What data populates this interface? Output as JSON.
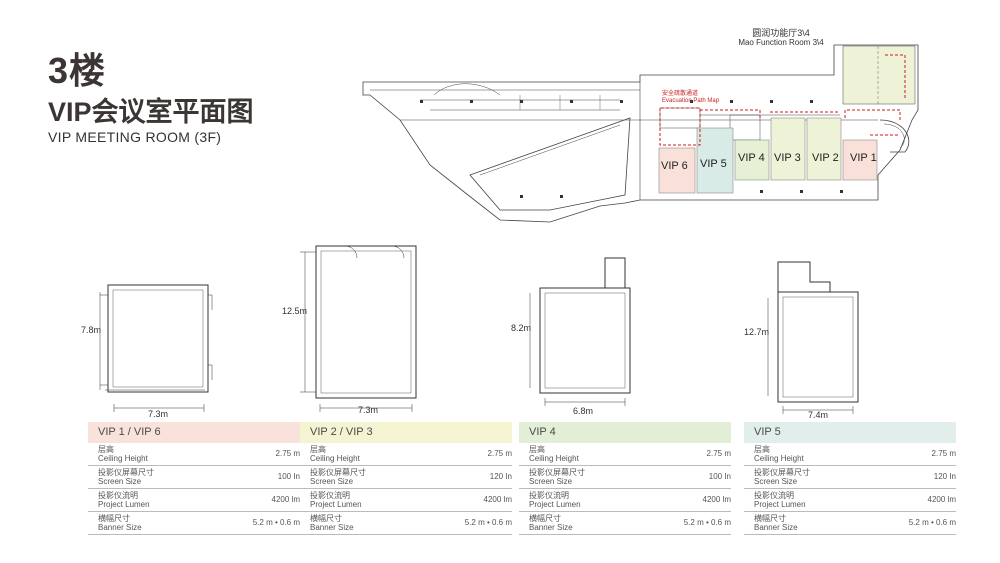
{
  "page": {
    "floor": "3楼",
    "title_cn": "VIP会议室平面图",
    "title_en": "VIP MEETING ROOM (3F)"
  },
  "floorplan": {
    "mao_cn": "圆润功能厅3\\4",
    "mao_en": "Mao Function Room 3\\4",
    "evac_cn": "安全疏散通道",
    "evac_en": "Evacuation Path Map",
    "rooms": [
      "VIP 6",
      "VIP 5",
      "VIP 4",
      "VIP 3",
      "VIP 2",
      "VIP 1"
    ],
    "room_colors": [
      "#f9e1da",
      "#d8ebe7",
      "#e6f0d5",
      "#eef2d6",
      "#eef2d6",
      "#f9e1da"
    ],
    "mao_color": "#eef2d6",
    "evac_color": "#c81e1e"
  },
  "rooms": [
    {
      "label": "VIP 1 / VIP 6",
      "color": "#f9e2db",
      "height_dim": "7.8m",
      "width_dim": "7.3m",
      "specs": [
        {
          "cn": "层高",
          "en": "Ceiling Height",
          "value": "2.75 m"
        },
        {
          "cn": "投影仪屏幕尺寸",
          "en": "Screen Size",
          "value": "100 In"
        },
        {
          "cn": "投影仪流明",
          "en": "Project Lumen",
          "value": "4200 lm"
        },
        {
          "cn": "横幅尺寸",
          "en": "Banner Size",
          "value": "5.2 m • 0.6 m"
        }
      ]
    },
    {
      "label": "VIP 2 / VIP 3",
      "color": "#f4f3d2",
      "height_dim": "12.5m",
      "width_dim": "7.3m",
      "specs": [
        {
          "cn": "层高",
          "en": "Ceiling Height",
          "value": "2.75 m"
        },
        {
          "cn": "投影仪屏幕尺寸",
          "en": "Screen Size",
          "value": "120 In"
        },
        {
          "cn": "投影仪流明",
          "en": "Project Lumen",
          "value": "4200 lm"
        },
        {
          "cn": "横幅尺寸",
          "en": "Banner Size",
          "value": "5.2 m • 0.6 m"
        }
      ]
    },
    {
      "label": "VIP 4",
      "color": "#e3eed6",
      "height_dim": "8.2m",
      "width_dim": "6.8m",
      "specs": [
        {
          "cn": "层高",
          "en": "Ceiling Height",
          "value": "2.75 m"
        },
        {
          "cn": "投影仪屏幕尺寸",
          "en": "Screen Size",
          "value": "100 In"
        },
        {
          "cn": "投影仪流明",
          "en": "Project Lumen",
          "value": "4200 lm"
        },
        {
          "cn": "横幅尺寸",
          "en": "Banner Size",
          "value": "5.2 m • 0.6 m"
        }
      ]
    },
    {
      "label": "VIP 5",
      "color": "#e1eeeb",
      "height_dim": "12.7m",
      "width_dim": "7.4m",
      "specs": [
        {
          "cn": "层高",
          "en": "Ceiling Height",
          "value": "2.75 m"
        },
        {
          "cn": "投影仪屏幕尺寸",
          "en": "Screen Size",
          "value": "120 In"
        },
        {
          "cn": "投影仪流明",
          "en": "Project Lumen",
          "value": "4200 lm"
        },
        {
          "cn": "横幅尺寸",
          "en": "Banner Size",
          "value": "5.2 m • 0.6 m"
        }
      ]
    }
  ]
}
